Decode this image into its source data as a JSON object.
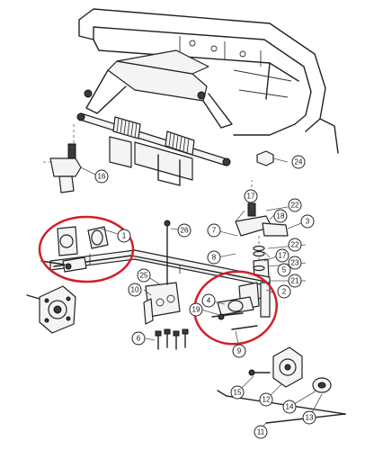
{
  "colors": {
    "highlight": "#d0202a",
    "line": "#222222"
  },
  "callouts": [
    {
      "id": "1",
      "label": "1"
    },
    {
      "id": "2",
      "label": "2"
    },
    {
      "id": "3",
      "label": "3"
    },
    {
      "id": "4",
      "label": "4"
    },
    {
      "id": "5",
      "label": "5"
    },
    {
      "id": "6",
      "label": "6"
    },
    {
      "id": "7",
      "label": "7"
    },
    {
      "id": "8",
      "label": "8"
    },
    {
      "id": "9",
      "label": "9"
    },
    {
      "id": "10",
      "label": "10"
    },
    {
      "id": "11",
      "label": "11"
    },
    {
      "id": "12",
      "label": "12"
    },
    {
      "id": "13",
      "label": "13"
    },
    {
      "id": "14",
      "label": "14"
    },
    {
      "id": "15",
      "label": "15"
    },
    {
      "id": "16",
      "label": "16"
    },
    {
      "id": "17a",
      "label": "17"
    },
    {
      "id": "17b",
      "label": "17"
    },
    {
      "id": "18",
      "label": "18"
    },
    {
      "id": "19",
      "label": "19"
    },
    {
      "id": "21",
      "label": "21"
    },
    {
      "id": "22a",
      "label": "22"
    },
    {
      "id": "22b",
      "label": "22"
    },
    {
      "id": "23",
      "label": "23"
    },
    {
      "id": "24",
      "label": "24"
    },
    {
      "id": "25",
      "label": "25"
    },
    {
      "id": "26",
      "label": "26"
    }
  ],
  "highlights": [
    {
      "id": "left-bushing-area"
    },
    {
      "id": "right-bushing-area"
    }
  ]
}
